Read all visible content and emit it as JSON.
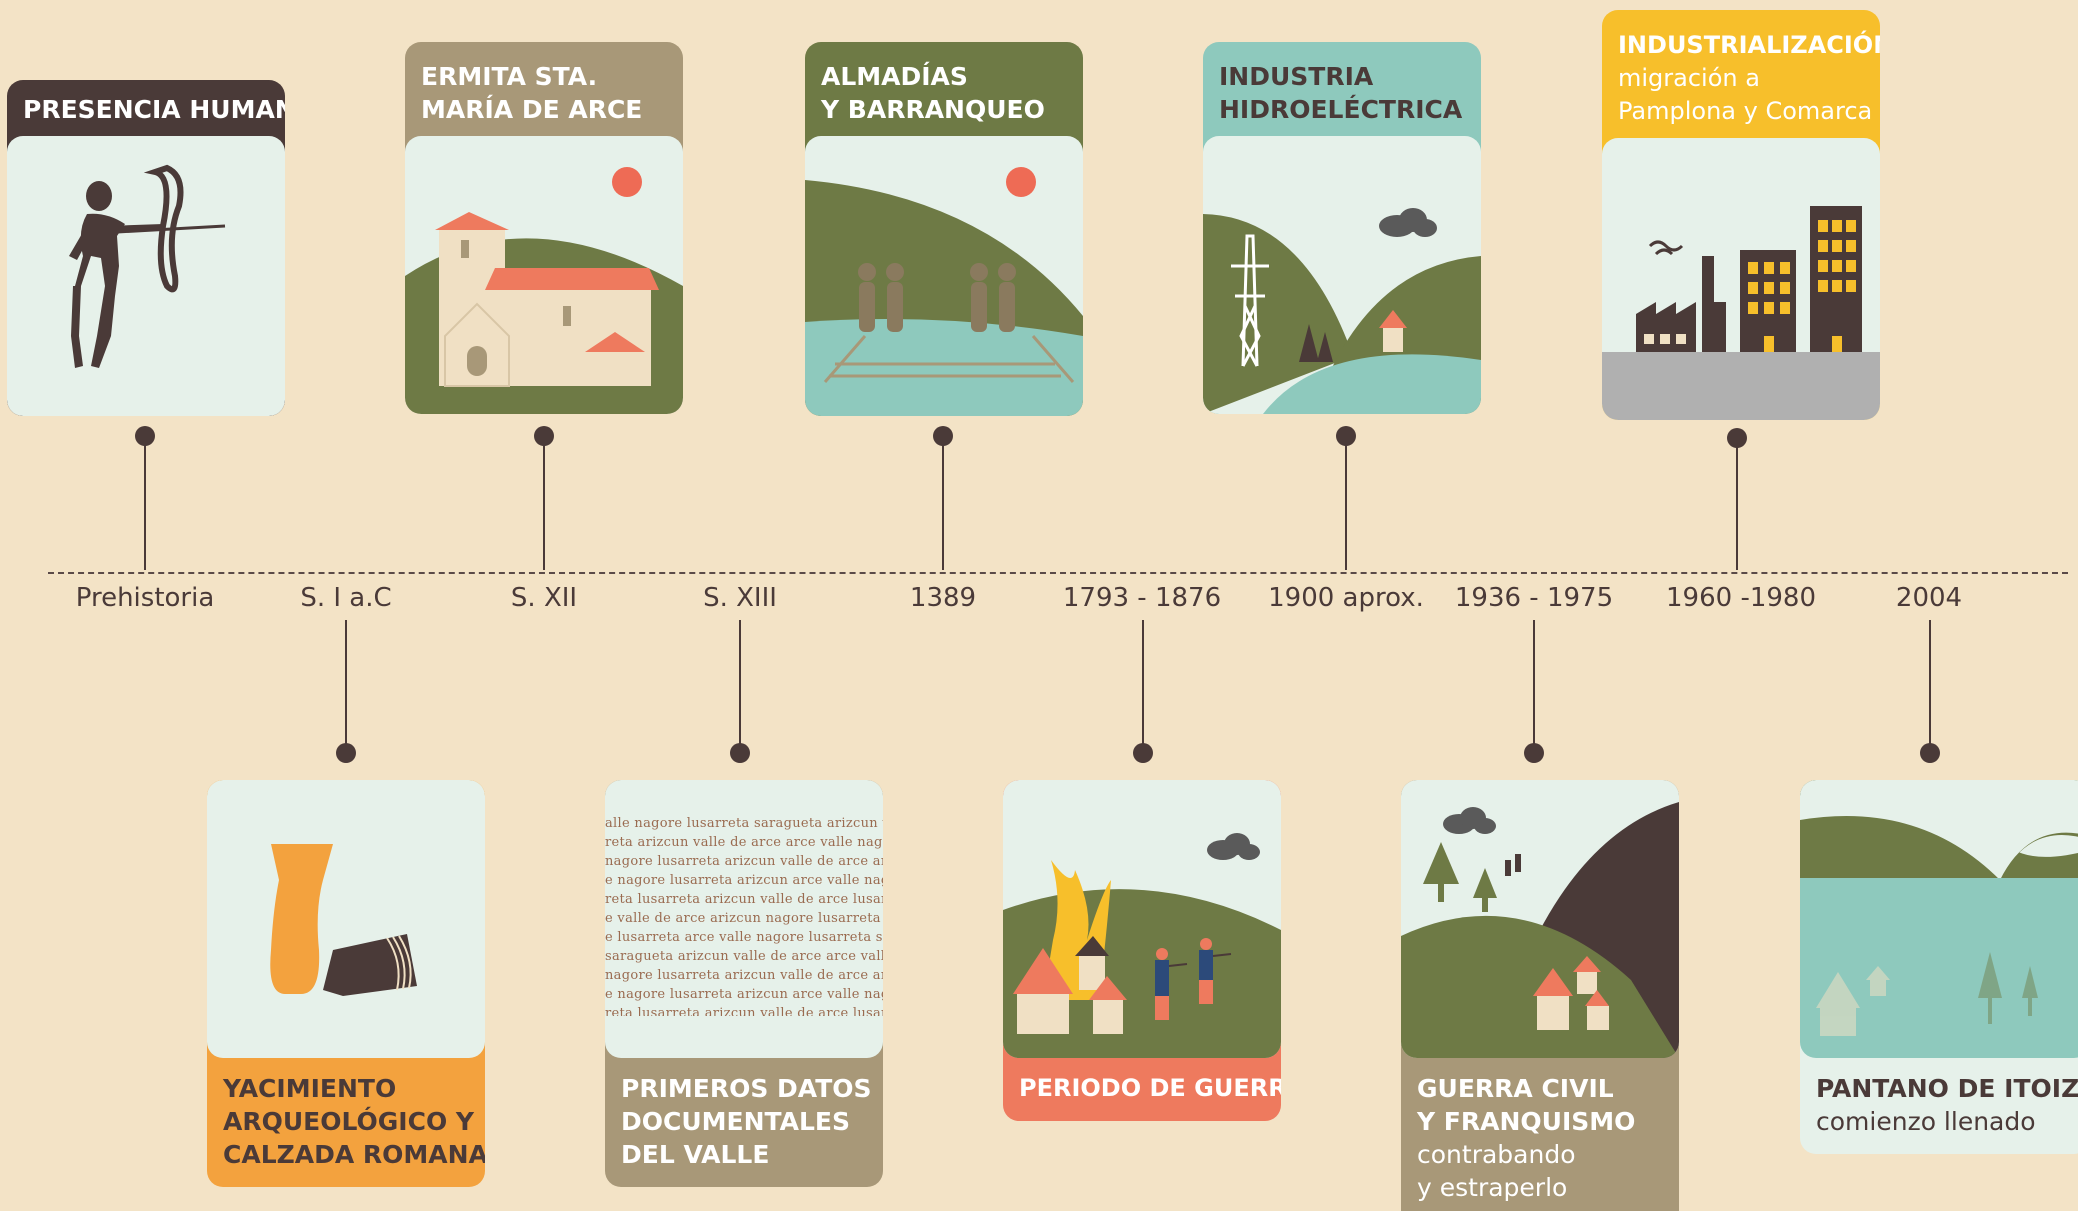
{
  "timeline": {
    "labels": [
      "Prehistoria",
      "S. I a.C",
      "S. XII",
      "S. XIII",
      "1389",
      "1793 - 1876",
      "1900 aprox.",
      "1936 - 1975",
      "1960 -1980",
      "2004"
    ]
  },
  "cards": {
    "presencia": {
      "line1": "PRESENCIA HUMANA"
    },
    "ermita": {
      "line1": "ERMITA STA.",
      "line2": "MARÍA DE ARCE"
    },
    "almadias": {
      "line1": "ALMADÍAS",
      "line2": "Y BARRANQUEO"
    },
    "industria": {
      "line1": "INDUSTRIA",
      "line2": "HIDROELÉCTRICA"
    },
    "industrializacion": {
      "line1": "INDUSTRIALIZACIÓN",
      "line2": "migración a",
      "line3": "Pamplona y Comarca"
    },
    "yacimiento": {
      "line1": "YACIMIENTO",
      "line2": "ARQUEOLÓGICO  Y",
      "line3": "CALZADA ROMANA"
    },
    "primeros": {
      "line1": "PRIMEROS DATOS",
      "line2": "DOCUMENTALES",
      "line3": "DEL VALLE"
    },
    "guerras": {
      "line1": "PERIODO DE GUERRAS"
    },
    "guerracivil": {
      "line1": "GUERRA CIVIL",
      "line2": "Y FRANQUISMO",
      "line3": "contrabando",
      "line4": "y estraperlo"
    },
    "pantano": {
      "line1": "PANTANO DE ITOIZ",
      "line2": "comienzo llenado"
    }
  },
  "doc_text": [
    "alle nagore lusarreta saragueta arizcun valle de",
    "reta arizcun valle de arce arce valle nagore lusa",
    "nagore lusarreta arizcun valle de arce arizcun v",
    "e nagore lusarreta arizcun arce valle nagore lu",
    "reta lusarreta arizcun valle de arce lusarreta sar",
    "e valle de arce arizcun nagore lusarreta arizcu",
    "e lusarreta arce valle nagore lusarreta saraguet",
    "saragueta arizcun valle de arce arce valle nago",
    "nagore lusarreta arizcun valle de arce arizcun v",
    "e nagore lusarreta arizcun arce valle nagore lu",
    "reta lusarreta arizcun valle de arce lusarreta sar"
  ],
  "colors": {
    "background": "#f3e3c6",
    "dark": "#4a3a38",
    "olive": "#6e7a45",
    "taupe": "#a89878",
    "teal": "#8ec9bd",
    "yellow": "#f7bf2b",
    "orange": "#f3a23e",
    "coral": "#ee7a5e",
    "sky": "#e6f1ea",
    "sun": "#ee6b55"
  },
  "icons": [
    "cave-painting-icon",
    "church-icon",
    "raft-icon",
    "power-pylon-icon",
    "factory-icon",
    "vase-icon",
    "document-icon",
    "war-fire-icon",
    "civil-war-hills-icon",
    "reservoir-icon"
  ]
}
